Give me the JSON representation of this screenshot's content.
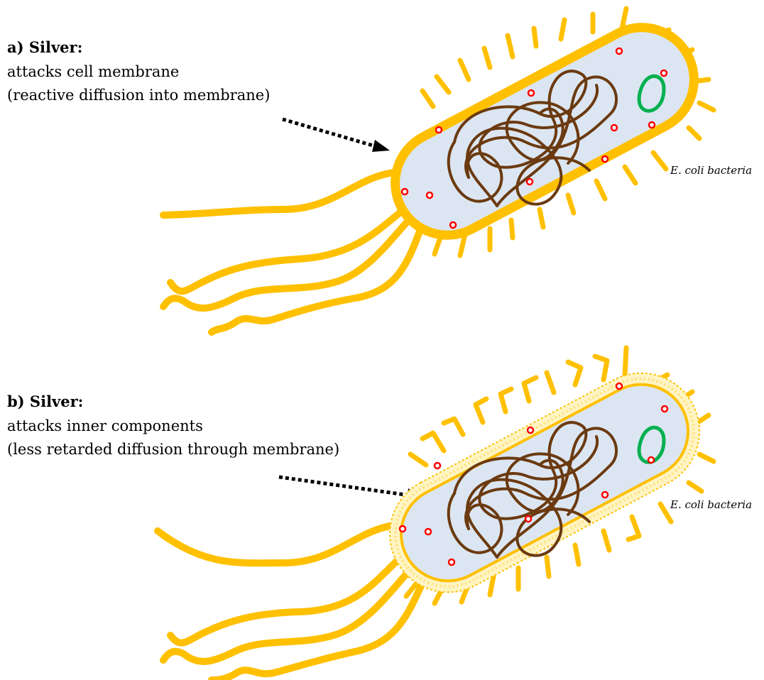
{
  "panels": [
    {
      "heading": "a) Silver:",
      "line1": "attacks cell membrane",
      "line2": "(reactive diffusion into membrane)",
      "caption": "E. coli bacteria"
    },
    {
      "heading": "b) Silver:",
      "line1": "attacks inner components",
      "line2": "(less retarded diffusion through membrane)",
      "caption": "E. coli bacteria"
    }
  ],
  "colors": {
    "membrane": "#ffc000",
    "cytoplasm": "#dce6f2",
    "dna": "#6b3a10",
    "plasmid": "#00b050",
    "ribosome": "#ff0000",
    "arrow": "#000000"
  }
}
